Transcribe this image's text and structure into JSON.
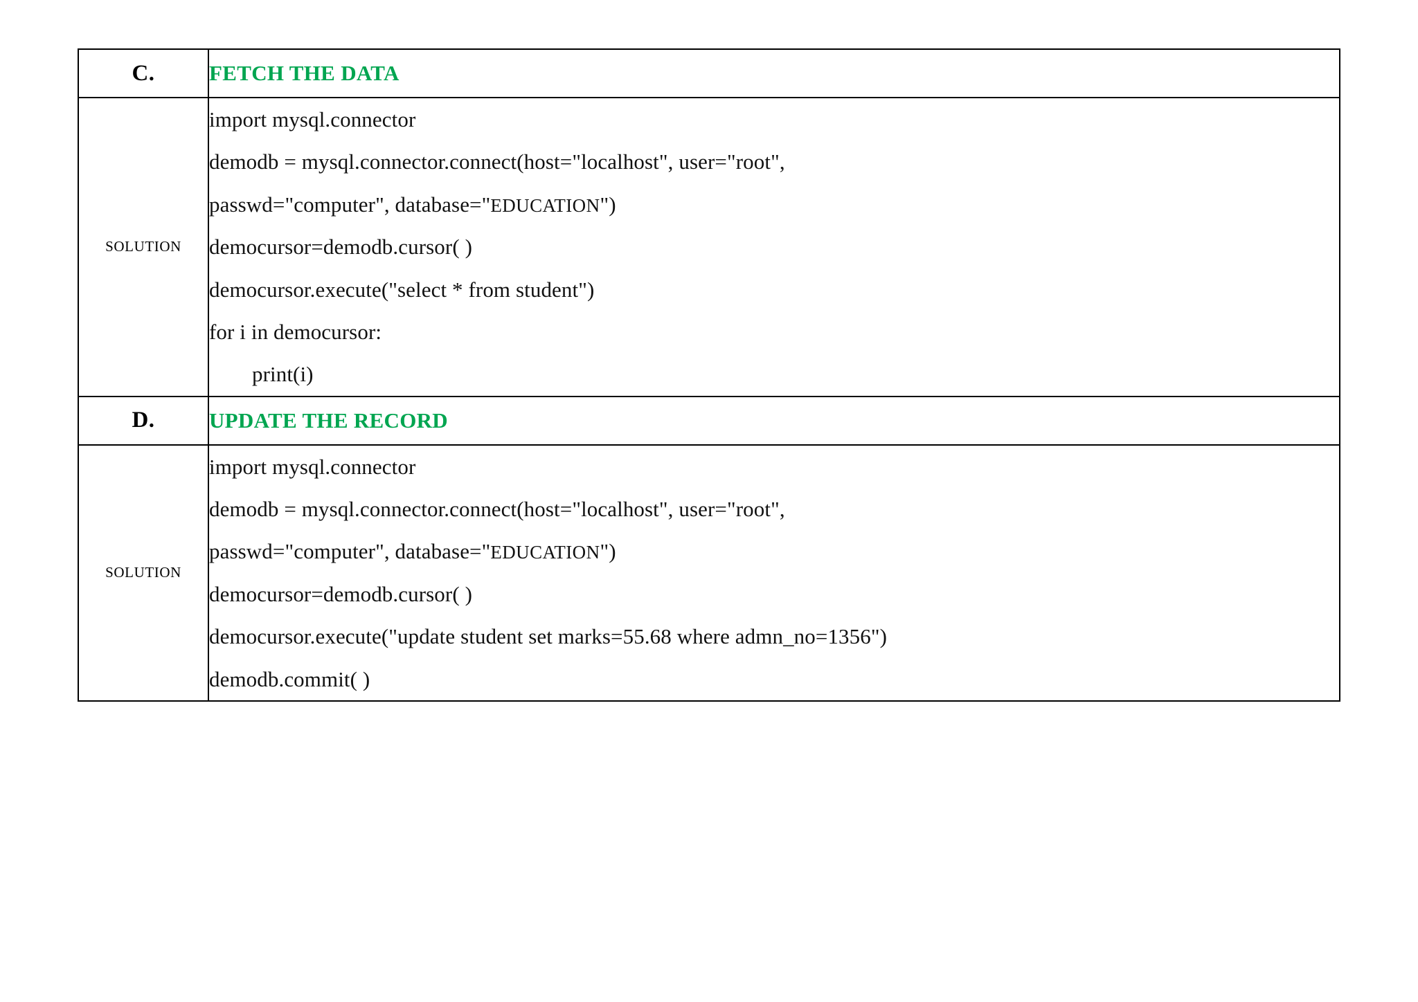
{
  "document": {
    "sections": [
      {
        "letter": "C.",
        "heading": "FETCH THE DATA",
        "solution_label": "SOLUTION",
        "code_lines": [
          {
            "text": "import mysql.connector",
            "indent": 0,
            "caps_part": ""
          },
          {
            "text": "demodb = mysql.connector.connect(host=\"localhost\", user=\"root\",",
            "indent": 0,
            "caps_part": ""
          },
          {
            "text": "passwd=\"computer\", database=\"",
            "indent": 0,
            "caps_part": "EDUCATION",
            "tail": "\")"
          },
          {
            "text": "democursor=demodb.cursor( )",
            "indent": 0,
            "caps_part": ""
          },
          {
            "text": "democursor.execute(\"select * from student\")",
            "indent": 0,
            "caps_part": ""
          },
          {
            "text": "for i in democursor:",
            "indent": 0,
            "caps_part": ""
          },
          {
            "text": "print(i)",
            "indent": 1,
            "caps_part": ""
          }
        ]
      },
      {
        "letter": "D.",
        "heading": "UPDATE THE RECORD",
        "solution_label": "SOLUTION",
        "code_lines": [
          {
            "text": "import mysql.connector",
            "indent": 0,
            "caps_part": ""
          },
          {
            "text": "demodb = mysql.connector.connect(host=\"localhost\", user=\"root\",",
            "indent": 0,
            "caps_part": ""
          },
          {
            "text": "passwd=\"computer\", database=\"",
            "indent": 0,
            "caps_part": "EDUCATION",
            "tail": "\")"
          },
          {
            "text": "democursor=demodb.cursor( )",
            "indent": 0,
            "caps_part": ""
          },
          {
            "text": "democursor.execute(\"update student set marks=55.68 where admn_no=1356\")",
            "indent": 0,
            "caps_part": ""
          },
          {
            "text": "demodb.commit( )",
            "indent": 0,
            "caps_part": ""
          }
        ]
      }
    ],
    "colors": {
      "heading_green": "#00a550",
      "text_black": "#111111",
      "border_black": "#000000",
      "page_background": "#ffffff"
    }
  }
}
